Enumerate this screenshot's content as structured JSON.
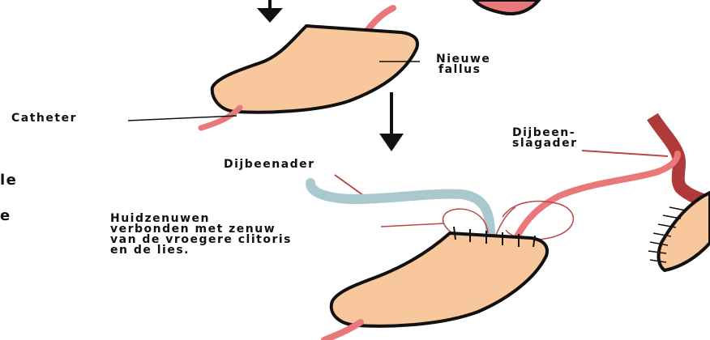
{
  "labels": {
    "nieuwe_fallus": [
      "Nieuwe",
      "fallus"
    ],
    "catheter": "Catheter",
    "dijbeenader": "Dijbeenader",
    "dijbeenslagader": [
      "Dijbeen-",
      "slagader"
    ],
    "huidzenuwen": [
      "Huidzenuwen",
      "verbonden met zenuw",
      "van de vroegere clitoris",
      "en de lies."
    ],
    "edge_fragments": [
      "le",
      "e"
    ]
  },
  "colors": {
    "skin": "#f8c89c",
    "outline": "#111111",
    "artery_pink": "#e9787a",
    "artery_dark": "#b03a3a",
    "vein_blue": "#a9c9cf",
    "leader": "#b84848"
  }
}
